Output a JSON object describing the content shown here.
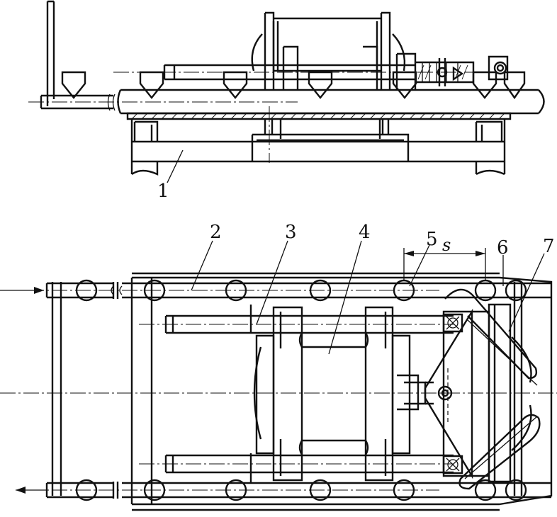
{
  "labels": {
    "l1": "1",
    "l2": "2",
    "l3": "3",
    "l4": "4",
    "l5": "5",
    "l6": "6",
    "l7": "7",
    "s": "s"
  },
  "colors": {
    "line": "#111111",
    "background": "#ffffff"
  }
}
